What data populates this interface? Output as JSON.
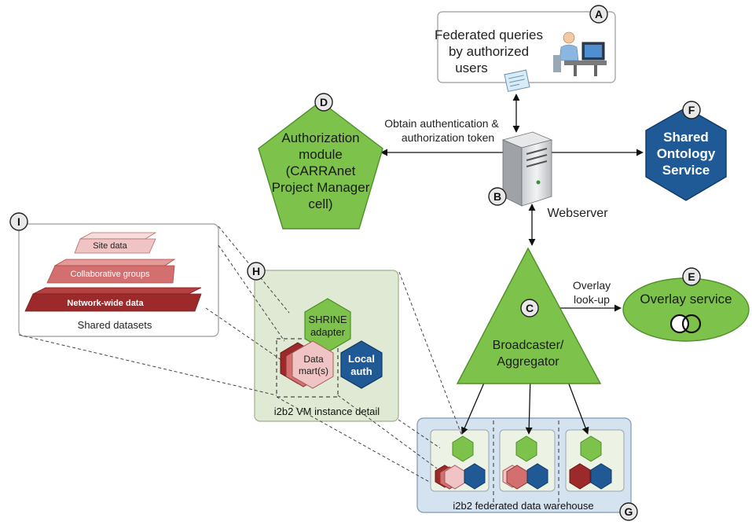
{
  "colors": {
    "green": "#7dc24a",
    "green_dark": "#4e8f2a",
    "blue": "#1f5a96",
    "maroon": "#9c2a2a",
    "rose": "#d46f6f",
    "pink": "#f0c4c4",
    "panel_bg": "#dfe9d3",
    "warehouse_bg": "#d5e3f0"
  },
  "badges": {
    "a": "A",
    "b": "B",
    "c": "C",
    "d": "D",
    "e": "E",
    "f": "F",
    "g": "G",
    "h": "H",
    "i": "I"
  },
  "users_box": {
    "line1": "Federated queries",
    "line2": "by authorized",
    "line3": "users",
    "icon": "user-at-computer-icon"
  },
  "auth_module": {
    "line1": "Authorization",
    "line2": "module",
    "line3": "(CARRAnet",
    "line4": "Project Manager",
    "line5": "cell)"
  },
  "token_label": {
    "line1": "Obtain authentication &",
    "line2": "authorization token"
  },
  "webserver": {
    "label": "Webserver",
    "icon": "server-tower-icon"
  },
  "ontology": {
    "line1": "Shared",
    "line2": "Ontology",
    "line3": "Service"
  },
  "broadcaster": {
    "line1": "Broadcaster/",
    "line2": "Aggregator"
  },
  "overlay_lookup": {
    "line1": "Overlay",
    "line2": "look-up"
  },
  "overlay_service": {
    "label": "Overlay service",
    "icon": "overlapping-circles-icon"
  },
  "shared_datasets": {
    "caption": "Shared datasets",
    "layers": [
      "Site data",
      "Collaborative groups",
      "Network-wide data"
    ]
  },
  "vm_detail": {
    "caption": "i2b2 VM instance detail",
    "shrine_line1": "SHRINE",
    "shrine_line2": "adapter",
    "datamart_line1": "Data",
    "datamart_line2": "mart(s)",
    "local_line1": "Local",
    "local_line2": "auth"
  },
  "warehouse": {
    "caption": "i2b2 federated data warehouse"
  }
}
